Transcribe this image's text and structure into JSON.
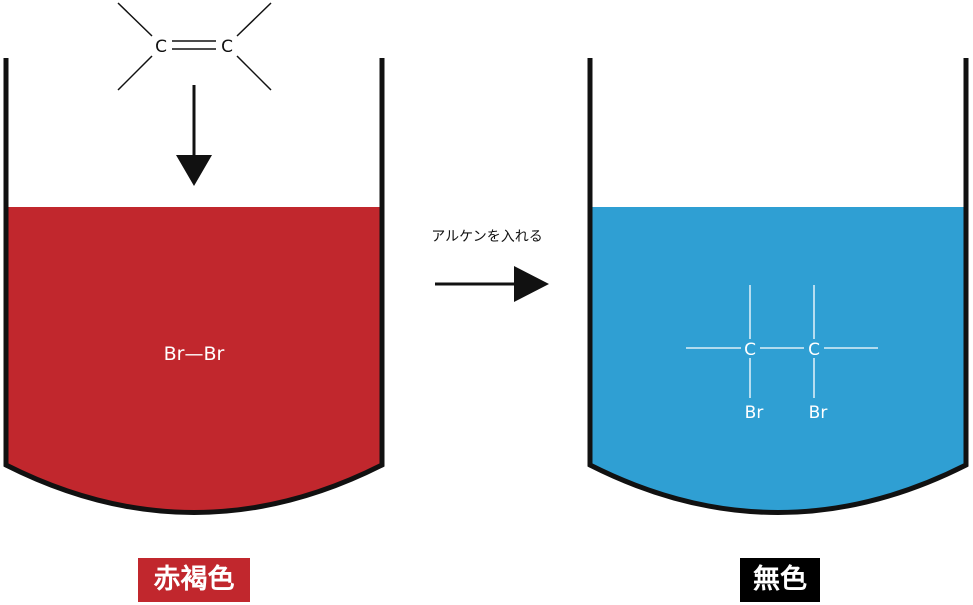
{
  "colors": {
    "red_liquid": "#c1272d",
    "blue_liquid": "#2f9fd3",
    "line": "#111111",
    "white": "#ffffff",
    "badge_red": "#c1272d",
    "badge_black": "#000000"
  },
  "alkene": {
    "carbon_1": "C",
    "carbon_2": "C"
  },
  "left_beaker": {
    "molecule": "Br—Br"
  },
  "reaction": {
    "label": "アルケンを入れる"
  },
  "right_beaker": {
    "carbon_1": "C",
    "carbon_2": "C",
    "bromine_1": "Br",
    "bromine_2": "Br"
  },
  "labels": {
    "left_color": "赤褐色",
    "right_color": "無色"
  }
}
